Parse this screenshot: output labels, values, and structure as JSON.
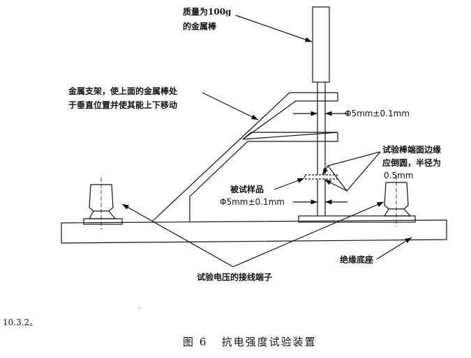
{
  "labels": {
    "rod_line1": "质量为100g",
    "rod_line2": "的金属棒",
    "frame_line1": "金属支架，使上面的金属棒处",
    "frame_line2": "于垂直位置并使其能上下移动",
    "dim_upper": "Φ5mm±0.1mm",
    "edge_line1": "试验棒端面边缘",
    "edge_line2": "应倒圆，半径为",
    "edge_line3": "0.5mm",
    "sample": "被试样品",
    "dim_lower": "Φ5mm±0.1mm",
    "terminals": "试验电压的接线端子",
    "base": "绝缘底座"
  },
  "section_ref": "10.3.2。",
  "caption": {
    "number": "图 6",
    "title": "抗电强度试验装置"
  }
}
